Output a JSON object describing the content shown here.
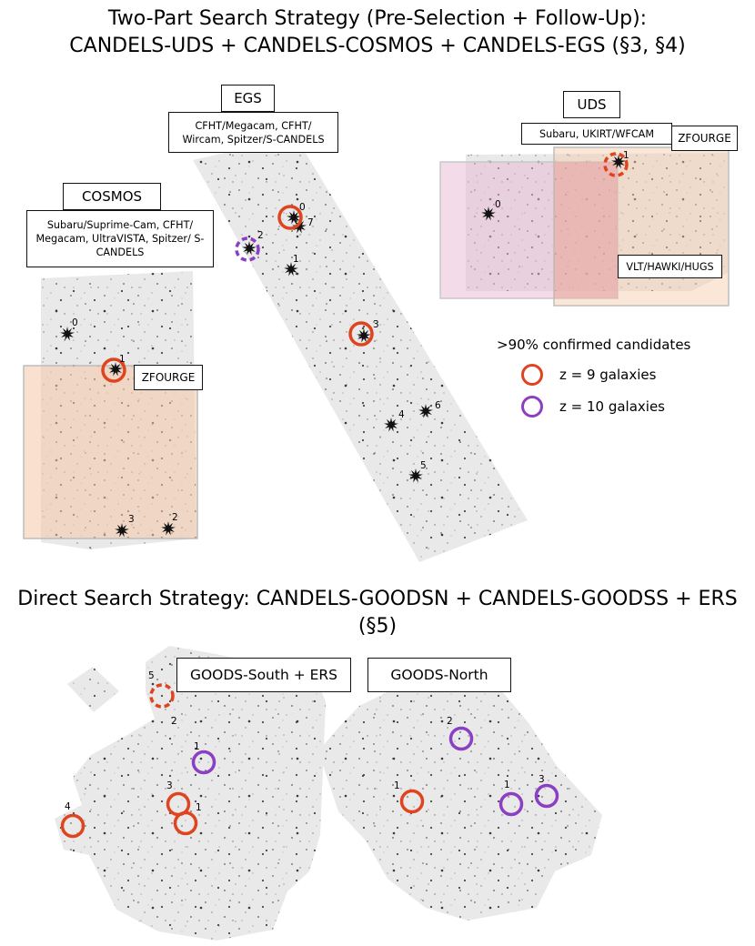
{
  "titles": {
    "top_line1": "Two-Part Search Strategy (Pre-Selection + Follow-Up):",
    "top_line2": "CANDELS-UDS + CANDELS-COSMOS + CANDELS-EGS (§3, §4)",
    "bottom_line1": "Direct Search Strategy:  CANDELS-GOODSN + CANDELS-GOODSS + ERS",
    "bottom_line2": "(§5)"
  },
  "fields": {
    "egs": {
      "name": "EGS",
      "instruments": "CFHT/Megacam, CFHT/ Wircam, Spitzer/S-CANDELS"
    },
    "uds": {
      "name": "UDS",
      "instruments": "Subaru, UKIRT/WFCAM",
      "zfourge": "ZFOURGE",
      "vlt": "VLT/HAWKI/HUGS"
    },
    "cosmos": {
      "name": "COSMOS",
      "instruments": "Subaru/Suprime-Cam, CFHT/ Megacam, UltraVISTA, Spitzer/ S-CANDELS",
      "zfourge": "ZFOURGE"
    },
    "goods_south": {
      "name": "GOODS-South + ERS"
    },
    "goods_north": {
      "name": "GOODS-North"
    }
  },
  "legend": {
    "title": ">90% confirmed candidates",
    "items": [
      {
        "label": "z = 9 galaxies",
        "color": "#e0441f"
      },
      {
        "label": "z = 10 galaxies",
        "color": "#8a3fc4"
      }
    ]
  },
  "candidate_labels": {
    "cosmos": [
      "0",
      "1",
      "2",
      "3"
    ],
    "egs": [
      "0",
      "7",
      "2",
      "1",
      "3",
      "4",
      "6",
      "5"
    ],
    "uds": [
      "0",
      "1"
    ],
    "goods_south": [
      "5",
      "2",
      "1",
      "3",
      "1",
      "4"
    ],
    "goods_north": [
      "2",
      "1",
      "1",
      "3"
    ]
  },
  "colors": {
    "field_gray": "#e9e9e9",
    "z9_red": "#e0441f",
    "z10_purple": "#8a3fc4",
    "zfourge_fill": "#f5c9a8",
    "uds_pink": "#e9b8d6"
  }
}
